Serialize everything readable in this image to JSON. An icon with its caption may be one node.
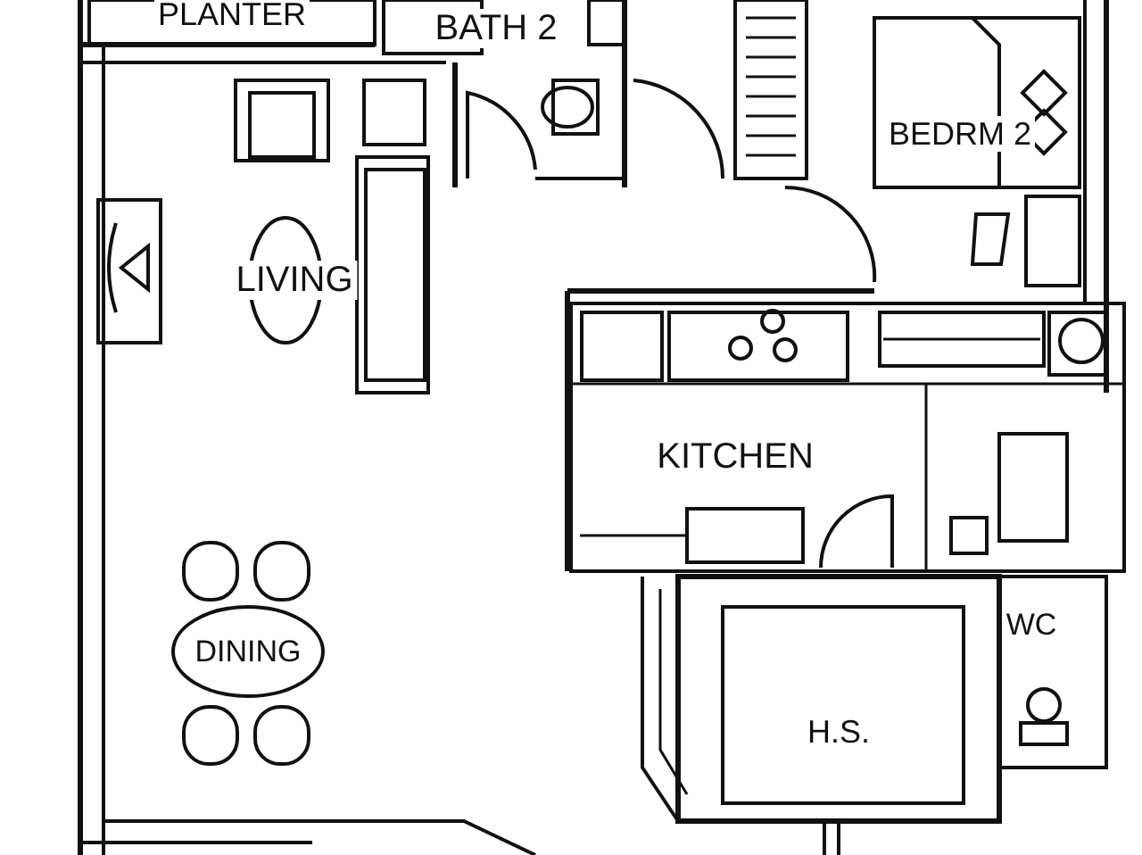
{
  "diagram": {
    "labels": [
      "PLANTER",
      "BATH 2",
      "BEDRM 2",
      "LIVING",
      "KITCHEN",
      "DINING",
      "WC",
      "H.S."
    ]
  }
}
